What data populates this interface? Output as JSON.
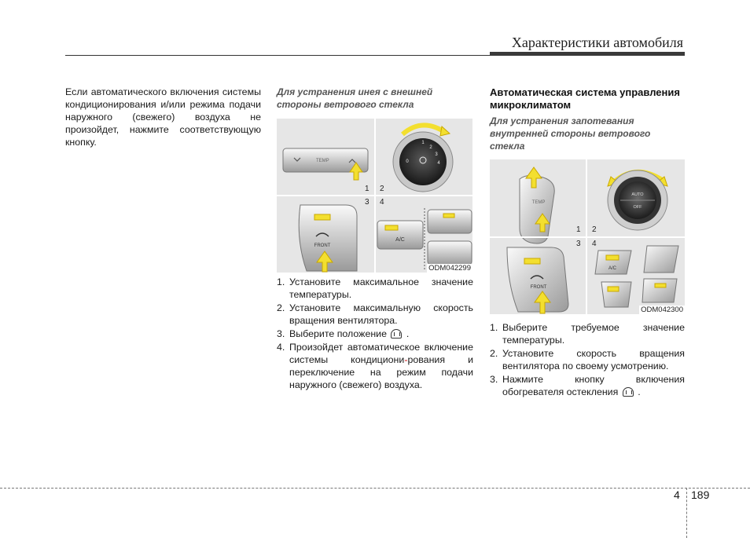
{
  "header": {
    "title": "Характеристики автомобиля"
  },
  "col1": {
    "paragraph": "Если автоматического включения системы кондиционирования и/или режима подачи наружного (свежего) воздуха не произойдет, нажмите соответствующую кнопку."
  },
  "col2": {
    "heading": "Для устранения инея с внешней стороны ветрового стекла",
    "figure": {
      "code": "ODM042299",
      "labels": [
        "1",
        "2",
        "3",
        "4"
      ],
      "temp_label": "TEMP",
      "ac_label": "A/C",
      "front_label": "FRONT",
      "dial_numbers": [
        "1",
        "2",
        "3",
        "4",
        "0"
      ]
    },
    "steps": [
      {
        "num": "1.",
        "text": "Установите максимальное значение температуры."
      },
      {
        "num": "2.",
        "text": "Установите максимальную скорость вращения вентилятора."
      },
      {
        "num": "3.",
        "text": "Выберите положение",
        "suffix": "."
      },
      {
        "num": "4.",
        "text_a": "Произойдет автоматическое включение системы кондициони",
        "hyphen": "-",
        "text_b": "рования и переключение на режим подачи наружного (свежего) воздуха."
      }
    ]
  },
  "col3": {
    "title": "Автоматическая система управления микроклиматом",
    "heading": "Для устранения запотевания внутренней стороны ветрового стекла",
    "figure": {
      "code": "ODM042300",
      "labels": [
        "1",
        "2",
        "3",
        "4"
      ],
      "temp_label": "TEMP",
      "ac_label": "A/C",
      "front_label": "FRONT",
      "auto_label": "AUTO",
      "off_label": "OFF"
    },
    "steps": [
      {
        "num": "1.",
        "text": "Выберите требуемое значение температуры."
      },
      {
        "num": "2.",
        "text": "Установите скорость вращения вентилятора по своему усмотрению."
      },
      {
        "num": "3.",
        "text": "Нажмите кнопку включения обогревателя остекления",
        "suffix": "."
      }
    ]
  },
  "footer": {
    "chapter": "4",
    "page": "189"
  },
  "colors": {
    "arrow_yellow": "#f3df2f",
    "arrow_outline": "#c9a800",
    "panel_bg": "#e6e6e6",
    "text": "#1a1a1a"
  }
}
